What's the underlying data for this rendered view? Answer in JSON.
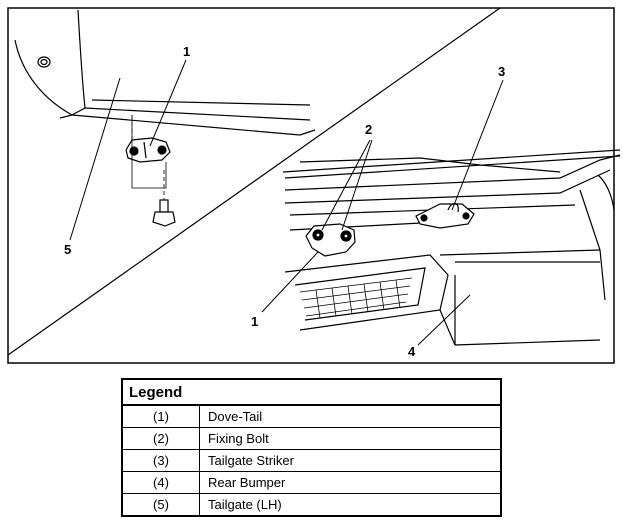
{
  "callouts": {
    "dove_tail_left": "1",
    "dove_tail_right": "1",
    "fixing_bolt": "2",
    "tailgate_striker": "3",
    "rear_bumper": "4",
    "tailgate": "5"
  },
  "legend": {
    "title": "Legend",
    "rows": [
      {
        "num": "(1)",
        "label": "Dove-Tail"
      },
      {
        "num": "(2)",
        "label": "Fixing Bolt"
      },
      {
        "num": "(3)",
        "label": "Tailgate Striker"
      },
      {
        "num": "(4)",
        "label": "Rear Bumper"
      },
      {
        "num": "(5)",
        "label": "Tailgate (LH)"
      }
    ]
  }
}
